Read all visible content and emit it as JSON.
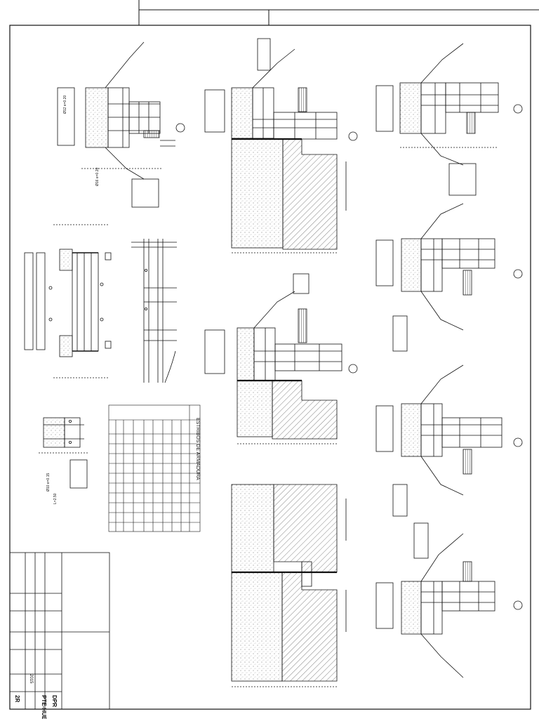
{
  "sheet": {
    "table_title": "ESTRIBOS DE ARMADURA",
    "drawing_code": "DPR",
    "drawing_number": "2R",
    "project": "PTE-HUE",
    "year": "2015"
  },
  "section_labels": {
    "bar_a": "Ø12 e=0.20",
    "bar_b": "Ø16 e=0.20",
    "bar_c": "Ø10 e=0.15",
    "cover": "L=2.50"
  },
  "colors": {
    "line": "#111111",
    "fill_light": "#e6e6e6",
    "fill_hatch": "#bdbdbd"
  }
}
